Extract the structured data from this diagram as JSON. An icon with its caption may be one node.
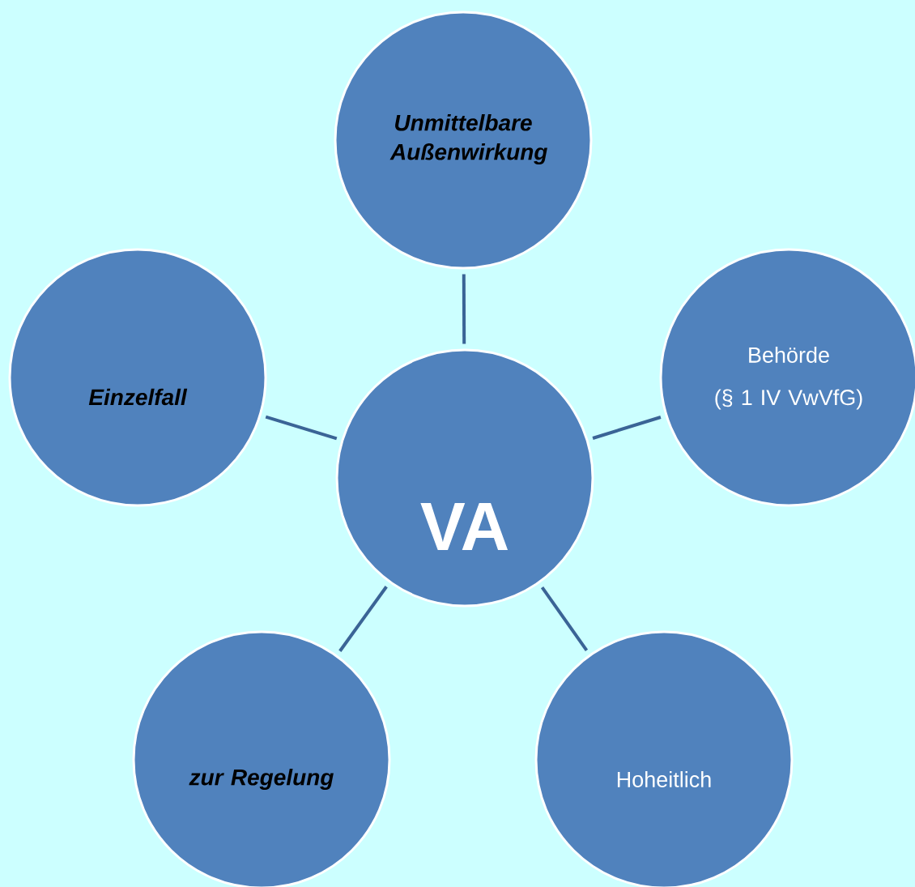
{
  "diagram": {
    "nodes": [
      {
        "text": [
          "Unmittelbare Außenwirkung"
        ]
      },
      {
        "text": [
          "Einzelfall"
        ]
      },
      {
        "text": [
          "VA"
        ]
      },
      {
        "text": [
          "Behörde",
          "(§ 1 IV VwVfG)"
        ]
      },
      {
        "text": [
          "zur Regelung"
        ]
      },
      {
        "text": [
          "Hoheitlich"
        ]
      }
    ],
    "edges": [
      {
        "from": 2,
        "to": 0,
        "arrow": "none"
      },
      {
        "from": 2,
        "to": 1,
        "arrow": "none"
      },
      {
        "from": 2,
        "to": 3,
        "arrow": "none"
      },
      {
        "from": 2,
        "to": 4,
        "arrow": "none"
      },
      {
        "from": 2,
        "to": 5,
        "arrow": "none"
      }
    ]
  }
}
